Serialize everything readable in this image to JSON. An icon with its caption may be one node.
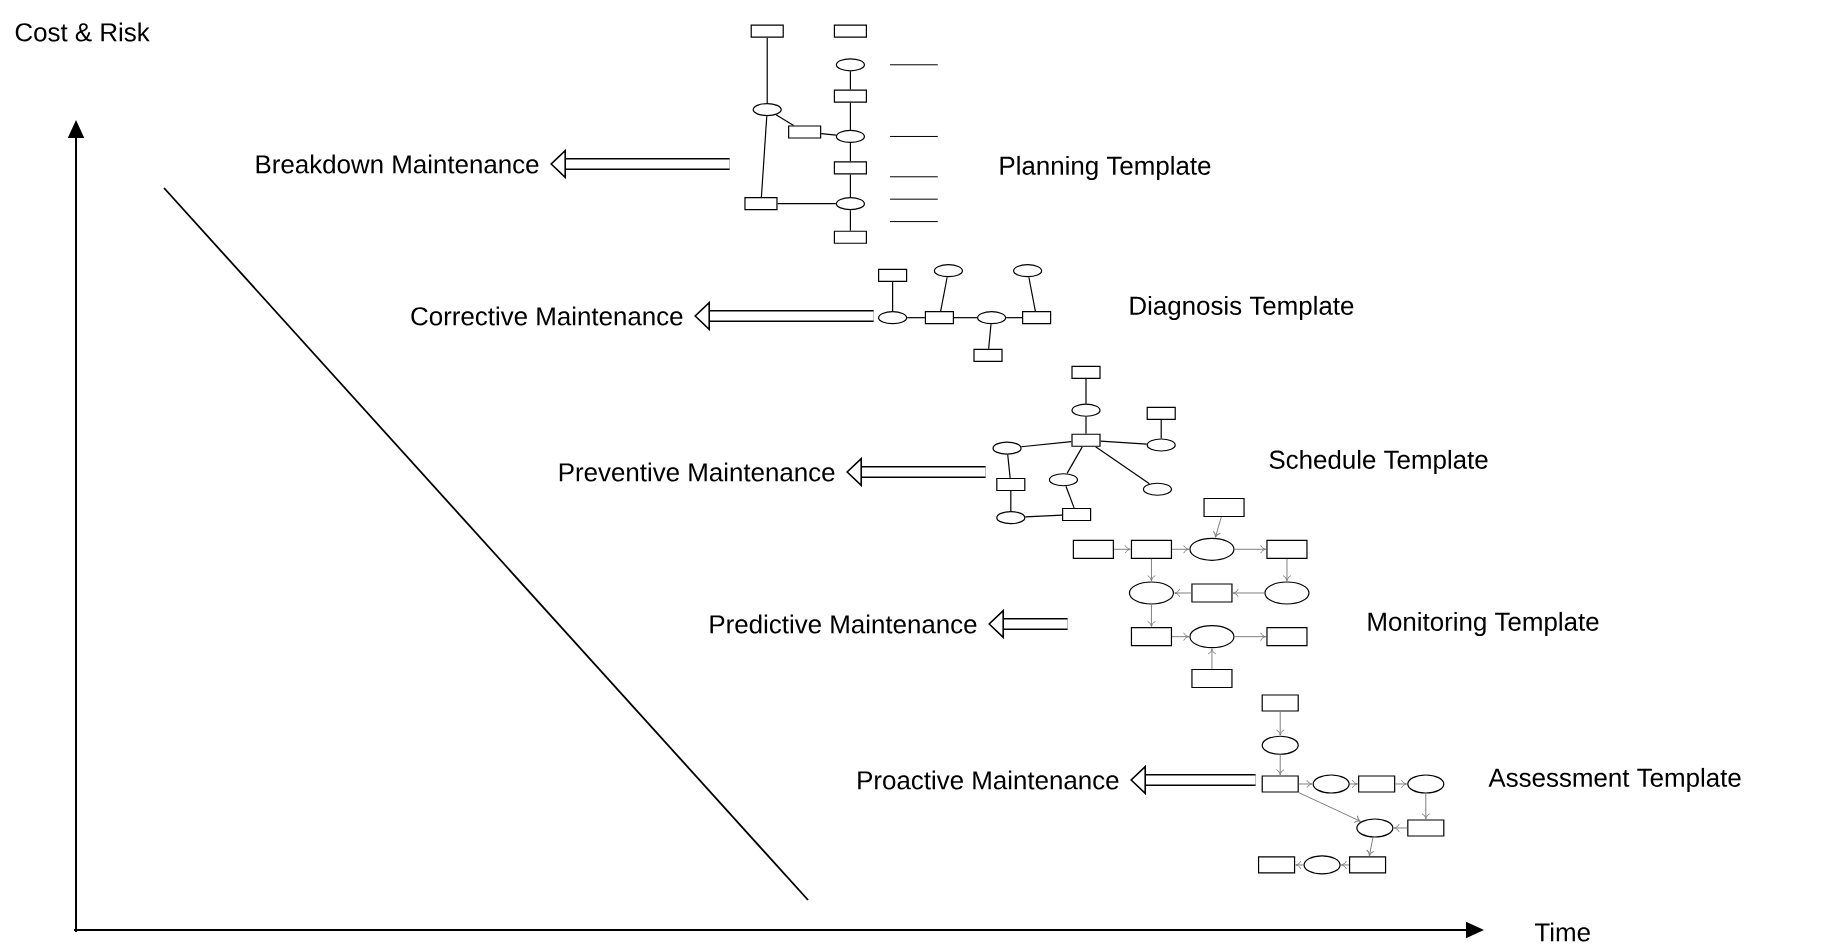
{
  "diagram": {
    "nodes": [
      {
        "text": [
          "Breakdown Maintenance"
        ]
      },
      {
        "text": [
          "Corrective Maintenance"
        ]
      },
      {
        "text": [
          "Preventive Maintenance"
        ]
      },
      {
        "text": [
          "Predictive Maintenance"
        ]
      },
      {
        "text": [
          "Proactive Maintenance"
        ]
      },
      {
        "text": [
          "Planning Template"
        ]
      },
      {
        "text": [
          "Diagnosis Template"
        ]
      },
      {
        "text": [
          "Schedule Template"
        ]
      },
      {
        "text": [
          "Monitoring Template"
        ]
      },
      {
        "text": [
          "Assessment Template"
        ]
      }
    ],
    "edges": [
      {
        "from": 5,
        "to": 0,
        "arrow": "to"
      },
      {
        "from": 6,
        "to": 1,
        "arrow": "to"
      },
      {
        "from": 7,
        "to": 2,
        "arrow": "to"
      },
      {
        "from": 8,
        "to": 3,
        "arrow": "to"
      },
      {
        "from": 9,
        "to": 4,
        "arrow": "to"
      }
    ],
    "labels": [
      "Cost & Risk",
      "Time"
    ]
  }
}
